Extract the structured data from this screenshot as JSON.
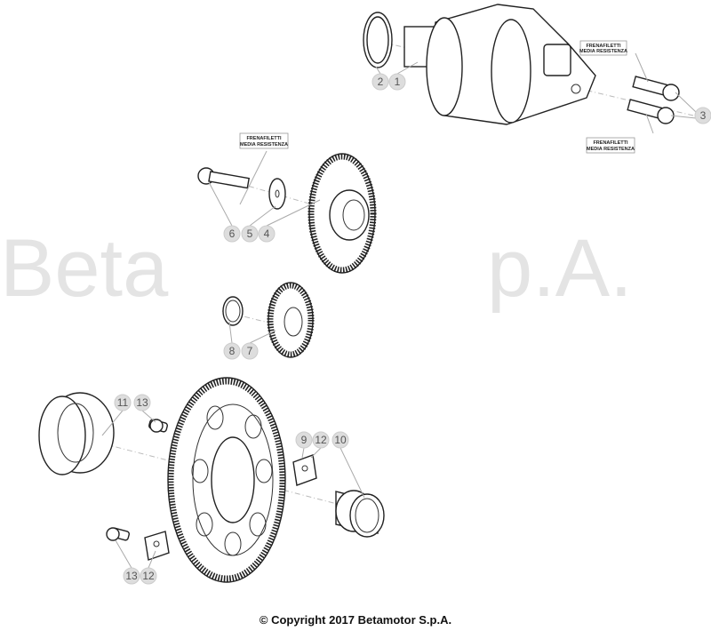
{
  "watermark": {
    "left": "Beta",
    "right": "p.A.",
    "full": "Betamotor S.p.A."
  },
  "note_line1": "FRENAFILETTI",
  "note_line2": "MEDIA RESISTENZA",
  "callouts": {
    "c2": "2",
    "c1": "1",
    "c3": "3",
    "c6": "6",
    "c5": "5",
    "c4": "4",
    "c8": "8",
    "c7": "7",
    "c11": "11",
    "c13a": "13",
    "c9": "9",
    "c12a": "12",
    "c10": "10",
    "c13b": "13",
    "c12b": "12"
  },
  "copyright": "© Copyright 2017 Betamotor S.p.A."
}
